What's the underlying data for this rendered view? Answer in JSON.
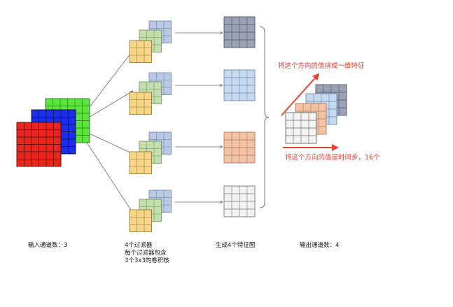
{
  "labels": {
    "input_channels": "输入通道数：3",
    "filters_line1": "4个过滤器",
    "filters_line2": "每个过滤器包含",
    "filters_line3": "3个3x3的卷积核",
    "feature_maps": "生成4个特征图",
    "output_channels": "输出通道数：4",
    "concat_direction": "将这个方向的值拼成一维特征",
    "time_direction": "将这个方向的值是时间步，16个"
  },
  "colors": {
    "input_red": "#e8261e",
    "input_blue": "#1c2fe8",
    "input_green": "#5ae63c",
    "kernel_blue": "#b9c9e6",
    "kernel_green": "#c4dfae",
    "kernel_yellow": "#f7d68a",
    "map_gray": "#9aa2b4",
    "map_lightblue": "#c5d9ef",
    "map_orange": "#f2c3a4",
    "map_white": "#f3f3f3",
    "accent_red": "#e0473a"
  }
}
